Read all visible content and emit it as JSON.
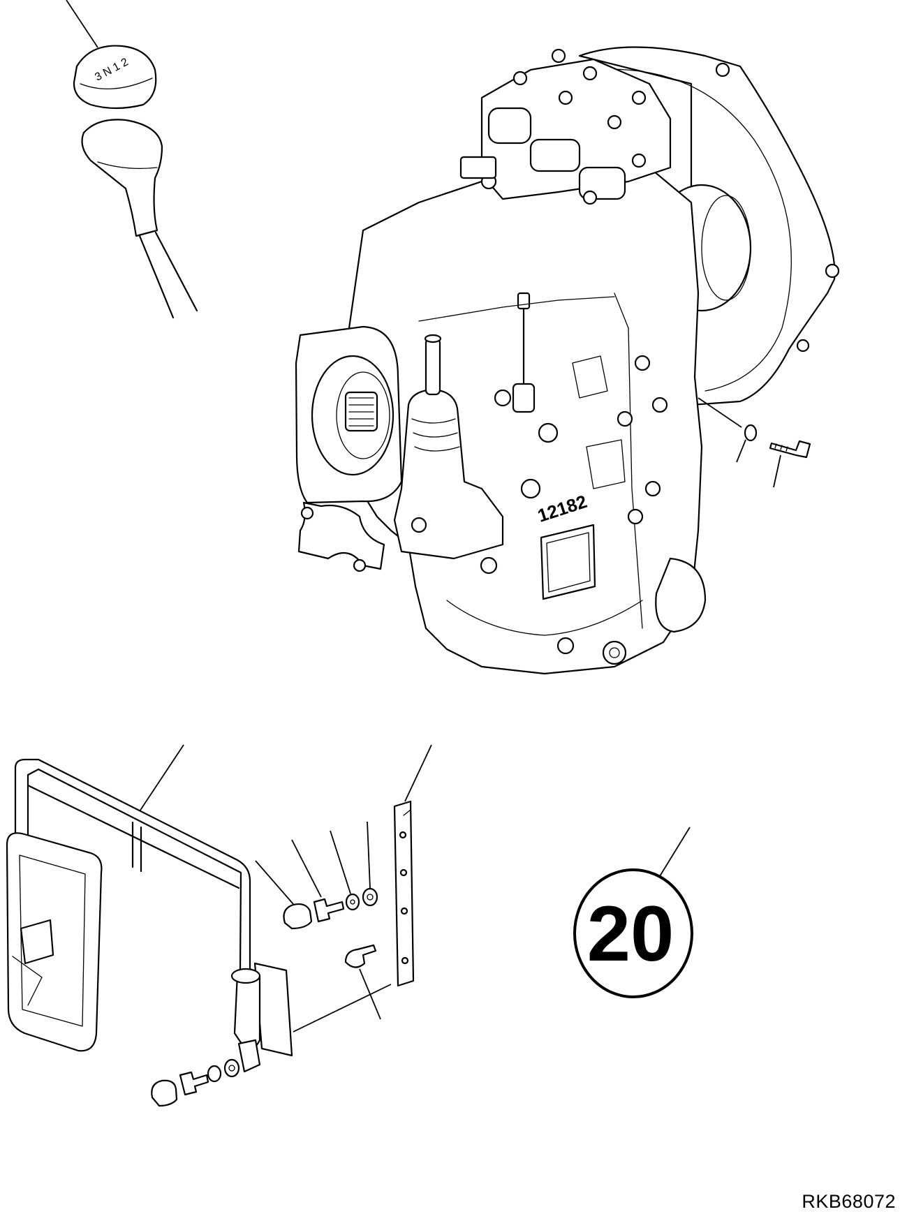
{
  "knob_label": "3 N 1 2",
  "housing_marking": "12182",
  "badge": {
    "number": "20"
  },
  "drawing_code": "RKB68072"
}
